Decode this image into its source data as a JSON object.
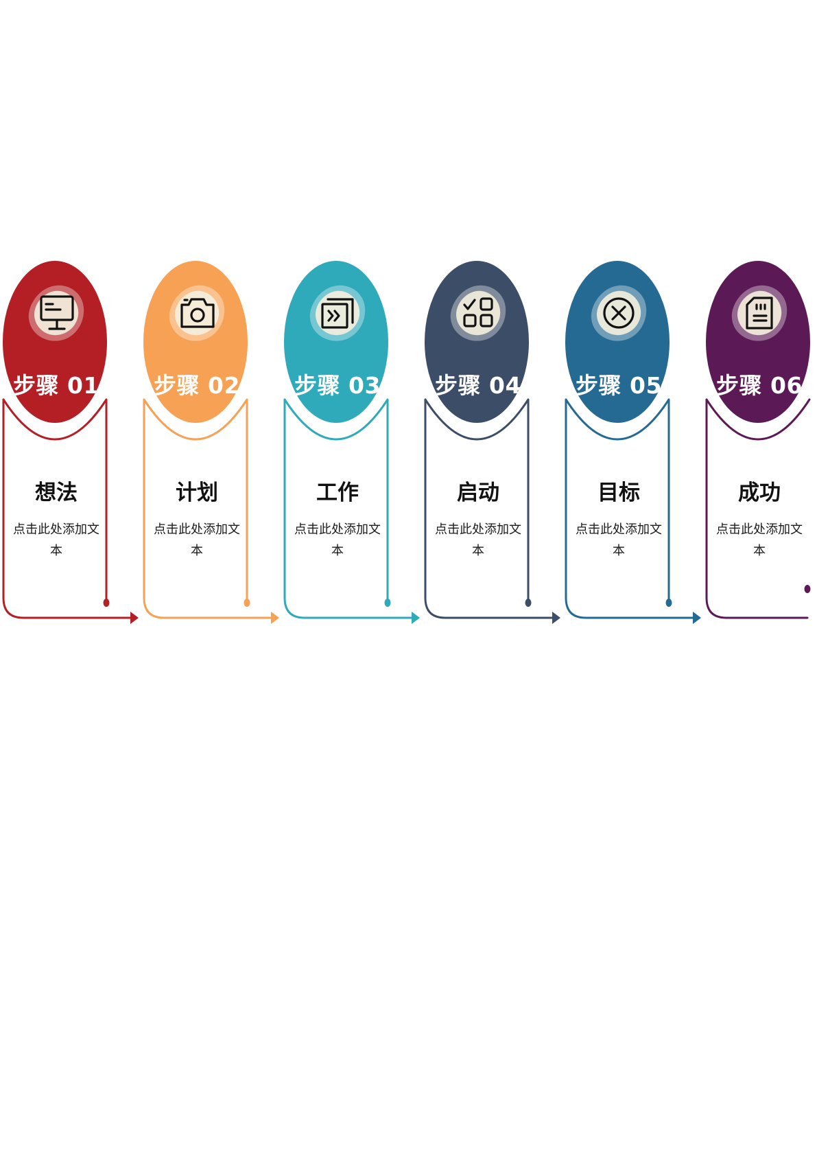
{
  "steps": [
    {
      "label": "步骤 01",
      "title": "想法",
      "description": "点击此处添加文本",
      "color": "#B31F24",
      "icon": "monitor-icon"
    },
    {
      "label": "步骤 02",
      "title": "计划",
      "description": "点击此处添加文本",
      "color": "#F7A154",
      "icon": "camera-icon"
    },
    {
      "label": "步骤 03",
      "title": "工作",
      "description": "点击此处添加文本",
      "color": "#2EAABA",
      "icon": "forward-window-icon"
    },
    {
      "label": "步骤 04",
      "title": "启动",
      "description": "点击此处添加文本",
      "color": "#3C4D68",
      "icon": "checklist-grid-icon"
    },
    {
      "label": "步骤 05",
      "title": "目标",
      "description": "点击此处添加文本",
      "color": "#246A93",
      "icon": "close-circle-icon"
    },
    {
      "label": "步骤 06",
      "title": "成功",
      "description": "点击此处添加文本",
      "color": "#5B1A55",
      "icon": "sd-card-icon"
    }
  ]
}
